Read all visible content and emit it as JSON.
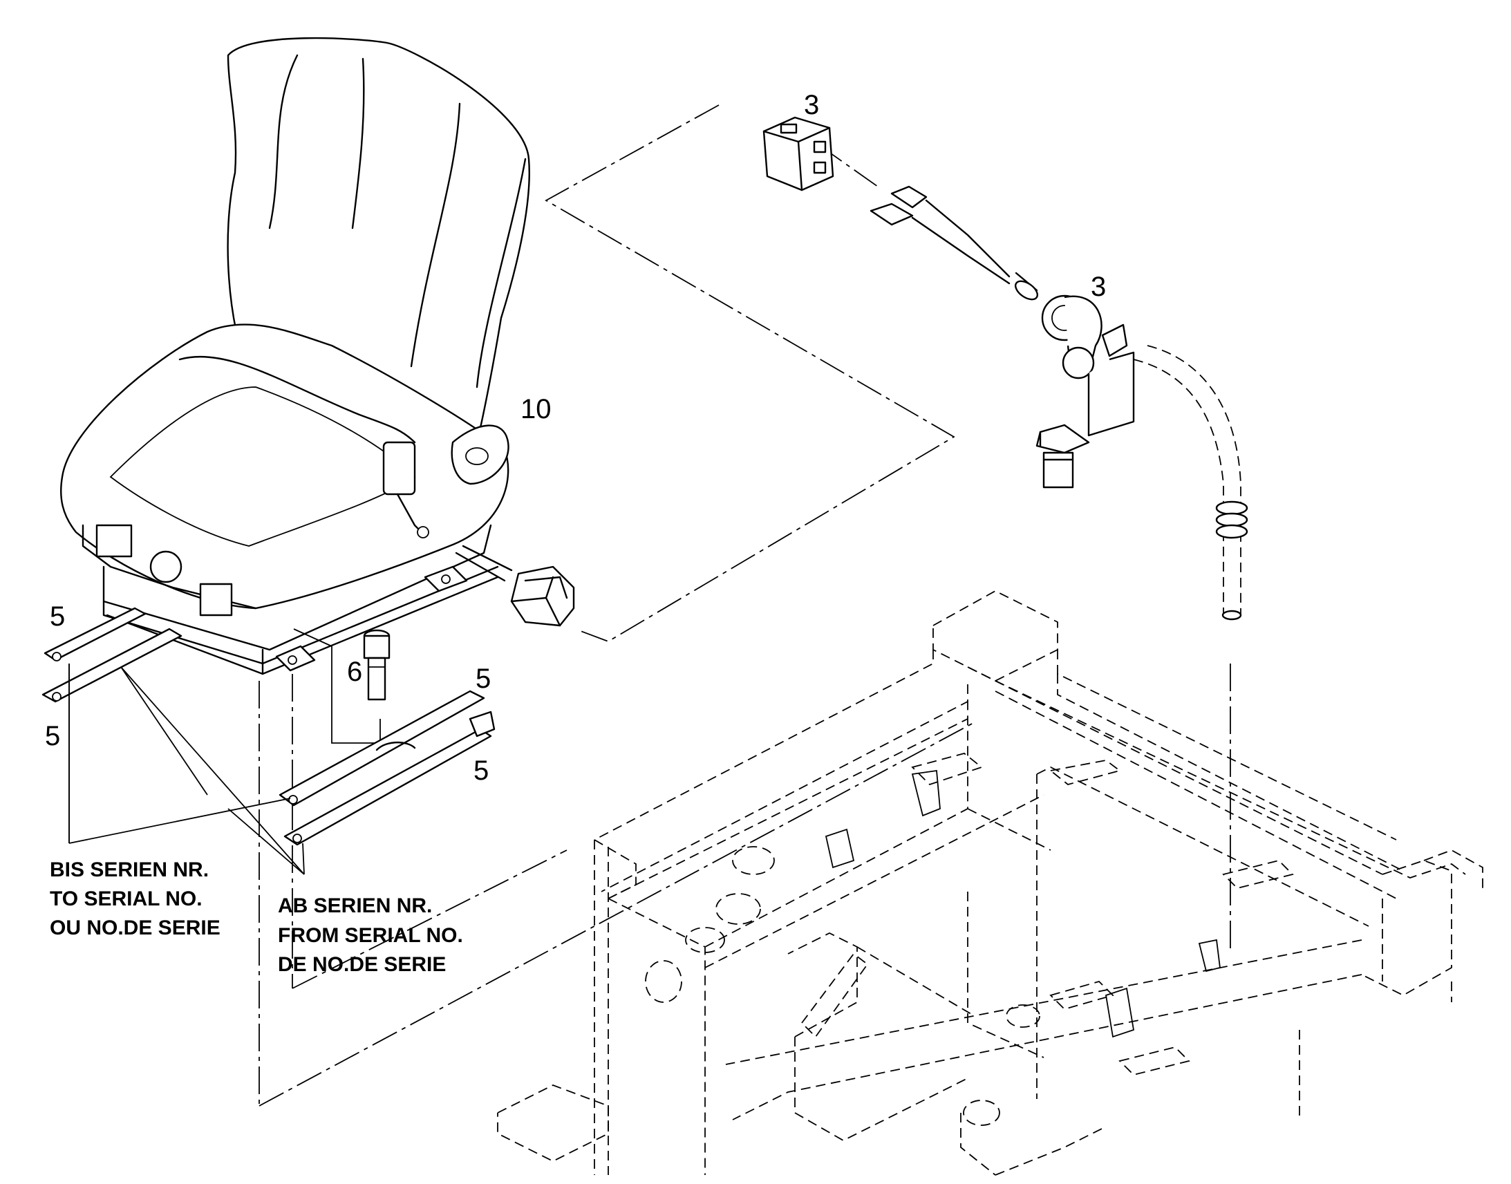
{
  "callouts": {
    "connector_top": "3",
    "switch": "3",
    "seat": "10",
    "rail_upper_left": "5",
    "rail_lower_left": "5",
    "bolt": "6",
    "rail_upper_right": "5",
    "rail_lower_right": "5"
  },
  "notes": {
    "to_serial": [
      "BIS SERIEN NR.",
      "TO SERIAL NO.",
      "OU NO.DE SERIE"
    ],
    "from_serial": [
      "AB SERIEN NR.",
      "FROM SERIAL NO.",
      "DE NO.DE SERIE"
    ]
  }
}
